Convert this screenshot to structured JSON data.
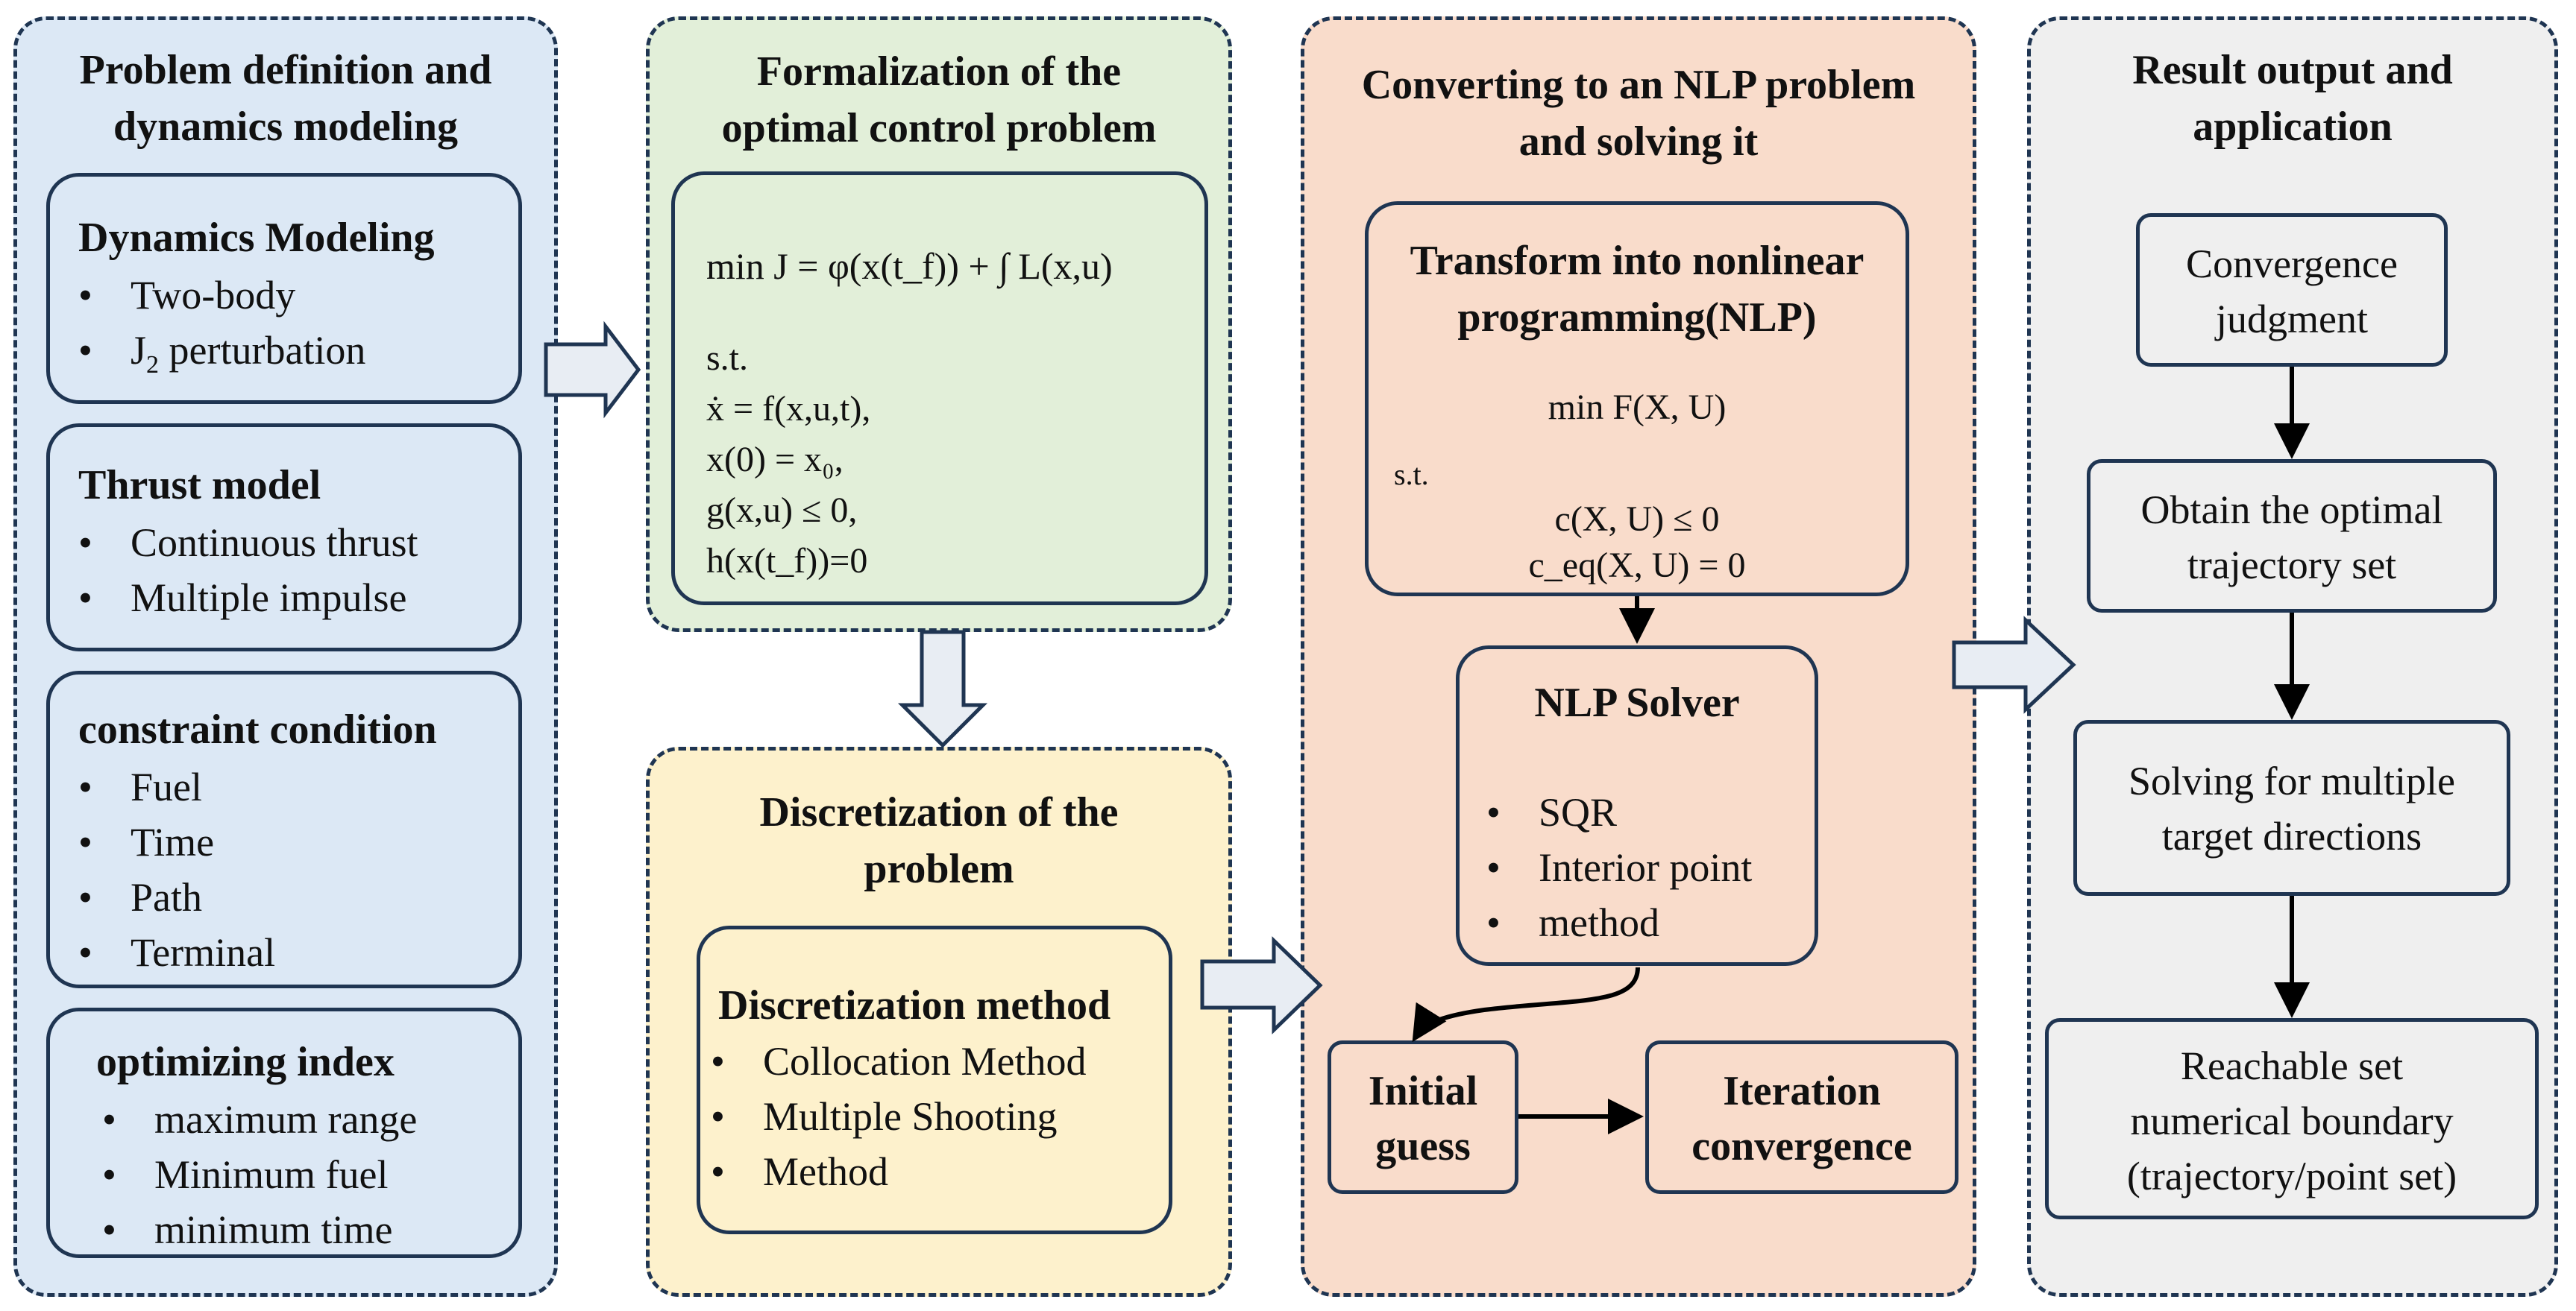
{
  "panel1": {
    "title_l1": "Problem definition and",
    "title_l2": "dynamics modeling",
    "dynamics": {
      "title": "Dynamics Modeling",
      "items": [
        "Two-body",
        "J",
        "2",
        " perturbation"
      ]
    },
    "thrust": {
      "title": "Thrust model",
      "items": [
        "Continuous thrust",
        "Multiple impulse"
      ]
    },
    "constraint": {
      "title": "constraint condition",
      "items": [
        "Fuel",
        "Time",
        "Path",
        "Terminal"
      ]
    },
    "optimizing": {
      "title": "optimizing index",
      "items": [
        "maximum range",
        "Minimum fuel",
        "minimum time"
      ]
    }
  },
  "panel2": {
    "title_l1": "Formalization of the",
    "title_l2": "optimal control problem",
    "objective": "min J = φ(x(t_f)) + ∫ L(x,u)",
    "st": "s.t.",
    "c1": "ẋ = f(x,u,t),",
    "c2": "x(0) = x₀,",
    "c3": "g(x,u) ≤ 0,",
    "c4": "h(x(t_f))=0"
  },
  "panel3": {
    "title_l1": "Discretization of the",
    "title_l2": "problem",
    "method": {
      "title": "Discretization method",
      "items": [
        "Collocation Method",
        "Multiple Shooting",
        "Method"
      ]
    }
  },
  "panel4": {
    "title_l1": "Converting to an NLP problem",
    "title_l2": "and solving it",
    "transform_l1": "Transform into nonlinear",
    "transform_l2": "programming(NLP)",
    "objective": "min F(X, U)",
    "st": "s.t.",
    "c1": "c(X, U) ≤ 0",
    "c2": "c_eq(X, U) = 0",
    "solver": {
      "title": "NLP Solver",
      "items": [
        "SQR",
        "Interior point",
        "method"
      ]
    },
    "initial_l1": "Initial",
    "initial_l2": "guess",
    "iter_l1": "Iteration",
    "iter_l2": "convergence"
  },
  "panel5": {
    "title_l1": "Result output and",
    "title_l2": "application",
    "b1": [
      "Convergence",
      "judgment"
    ],
    "b2": [
      "Obtain the optimal",
      "trajectory set"
    ],
    "b3": [
      "Solving for multiple",
      "target directions"
    ],
    "b4": [
      "Reachable set",
      "numerical boundary",
      "(trajectory/point set)"
    ]
  },
  "colors": {
    "panel1": "#dce8f5",
    "panel2": "#e2efd9",
    "panel3": "#fdf1cc",
    "panel4": "#f9dccb",
    "panel5": "#efefef",
    "border": "#1f3552",
    "arrow_fill": "#e8edf3"
  }
}
